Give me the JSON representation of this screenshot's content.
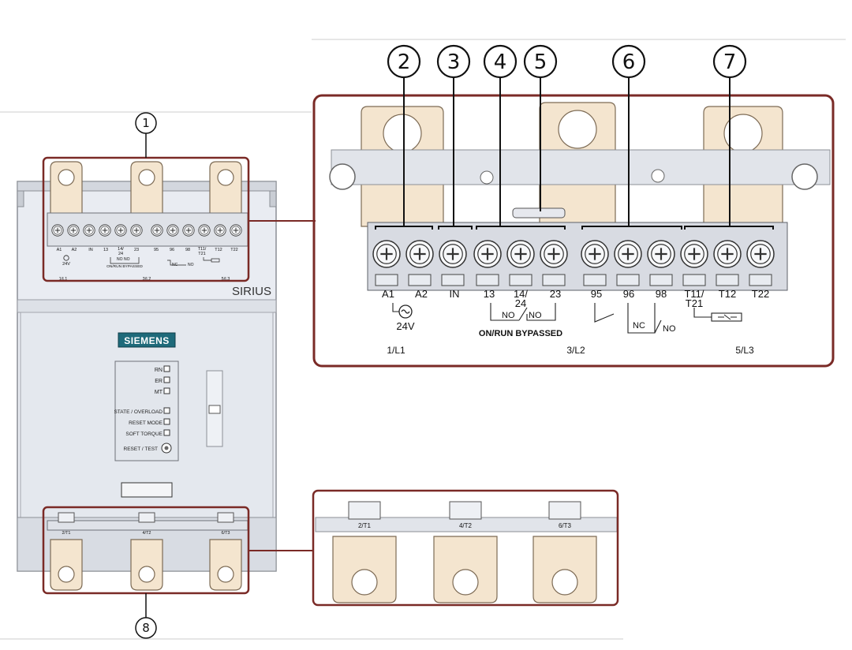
{
  "brand": "SIEMENS",
  "product": "SIRIUS",
  "callouts": [
    "1",
    "2",
    "3",
    "4",
    "5",
    "6",
    "7",
    "8"
  ],
  "terminals": {
    "small": [
      "A1",
      "A2",
      "IN",
      "13",
      "14/",
      "24",
      "23",
      "95",
      "96",
      "98",
      "T11/",
      "T21",
      "T12",
      "T22"
    ],
    "large": [
      "A1",
      "A2",
      "IN",
      "13",
      "14/",
      "24",
      "23",
      "95",
      "96",
      "98",
      "T11/",
      "T21",
      "T12",
      "T22"
    ]
  },
  "supply": {
    "label": "24V"
  },
  "relay_notes": {
    "no1": "NO",
    "no2": "NO",
    "nc": "NC",
    "no3": "NO",
    "caption_small": "ON/RUN BYPASSED",
    "caption_large": "ON/RUN BYPASSED"
  },
  "phases_top": [
    "1/L1",
    "3/L2",
    "5/L3"
  ],
  "phases_bottom": [
    "2/T1",
    "4/T2",
    "6/T3"
  ],
  "leds": [
    "RN",
    "ER",
    "MT"
  ],
  "functions": [
    "STATE / OVERLOAD",
    "RESET MODE",
    "SOFT TORQUE",
    "RESET / TEST"
  ],
  "colors": {
    "frame": "#7a2a26",
    "busbar": "#f4e5cf",
    "body": "#e9ecf2",
    "brand_bg": "#1e6a7a"
  }
}
